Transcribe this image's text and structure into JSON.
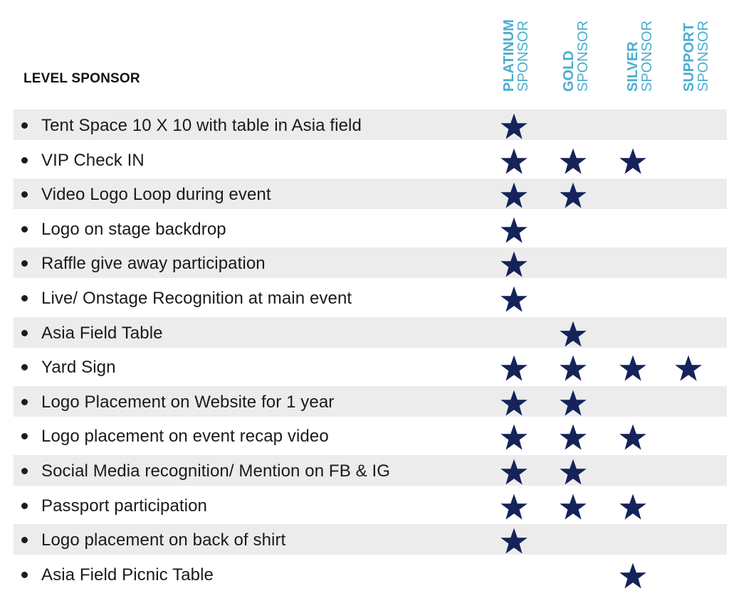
{
  "header": {
    "level_title": "LEVEL SPONSOR",
    "columns": [
      {
        "tier": "PLATINUM",
        "word": "SPONSOR"
      },
      {
        "tier": "GOLD",
        "word": "SPONSOR"
      },
      {
        "tier": "SILVER",
        "word": "SPONSOR"
      },
      {
        "tier": "SUPPORT",
        "word": "SPONSOR"
      }
    ]
  },
  "colors": {
    "tier_text": "#4aaed0",
    "star": "#14235a",
    "row_shade": "#ececec"
  },
  "icons": {
    "bullet": "bullet-icon",
    "included": "star-icon"
  },
  "benefits": [
    {
      "label": "Tent Space 10 X 10 with table in Asia field",
      "tiers": [
        true,
        false,
        false,
        false
      ]
    },
    {
      "label": "VIP Check IN",
      "tiers": [
        true,
        true,
        true,
        false
      ]
    },
    {
      "label": "Video Logo Loop during event",
      "tiers": [
        true,
        true,
        false,
        false
      ]
    },
    {
      "label": "Logo on stage backdrop",
      "tiers": [
        true,
        false,
        false,
        false
      ]
    },
    {
      "label": "Raffle give away participation",
      "tiers": [
        true,
        false,
        false,
        false
      ]
    },
    {
      "label": "Live/ Onstage Recognition at main event",
      "tiers": [
        true,
        false,
        false,
        false
      ]
    },
    {
      "label": "Asia Field Table",
      "tiers": [
        false,
        true,
        false,
        false
      ]
    },
    {
      "label": "Yard Sign",
      "tiers": [
        true,
        true,
        true,
        true
      ]
    },
    {
      "label": "Logo Placement on Website for 1 year",
      "tiers": [
        true,
        true,
        false,
        false
      ]
    },
    {
      "label": "Logo placement on event recap video",
      "tiers": [
        true,
        true,
        true,
        false
      ]
    },
    {
      "label": "Social Media recognition/ Mention on FB & IG",
      "tiers": [
        true,
        true,
        false,
        false
      ]
    },
    {
      "label": "Passport participation",
      "tiers": [
        true,
        true,
        true,
        false
      ]
    },
    {
      "label": "Logo placement on back of shirt",
      "tiers": [
        true,
        false,
        false,
        false
      ]
    },
    {
      "label": "Asia Field Picnic Table",
      "tiers": [
        false,
        false,
        true,
        false
      ]
    }
  ]
}
